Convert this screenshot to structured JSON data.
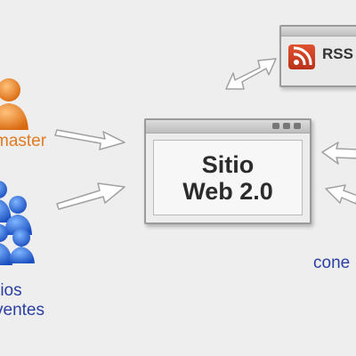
{
  "webmaster": {
    "label": "master"
  },
  "users": {
    "line1": "rios",
    "line2": "ventes"
  },
  "site": {
    "line1": "Sitio",
    "line2": "Web 2.0"
  },
  "rss": {
    "label": "RSS"
  },
  "connections": {
    "label": "cone"
  },
  "colors": {
    "orange": "#e07b22",
    "blue": "#2b3fa3",
    "arrow_fill": "#ffffff",
    "arrow_stroke": "#a0a0a0",
    "rss_red": "#c8401f"
  },
  "icons": [
    "person-orange-icon",
    "person-blue-icon",
    "rss-feed-icon",
    "arrow-icon"
  ]
}
